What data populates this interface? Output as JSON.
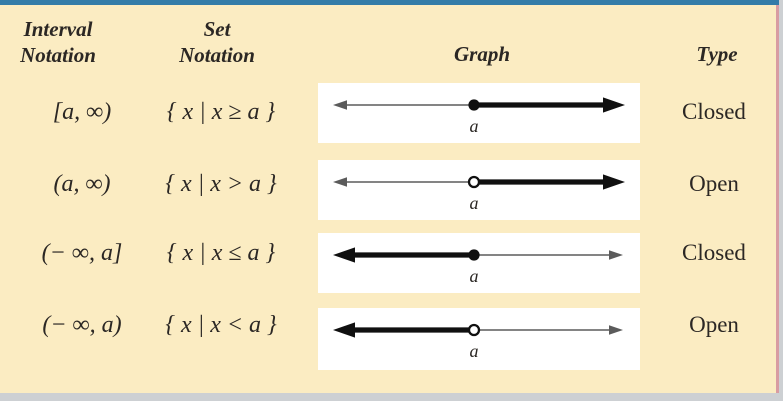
{
  "page": {
    "background_color": "#FBECC2",
    "top_border_color": "#337CA8",
    "shadow_color": "#CDD0D3",
    "right_edge_accent_color": "#D89CA2",
    "text_color": "#2B2724",
    "graph_background_color": "#FFFFFF",
    "thin_line_color": "#5B5B5B",
    "bold_line_color": "#101010"
  },
  "headers": {
    "col1_line1": "Interval",
    "col1_line2": "Notation",
    "col2_line1": "Set",
    "col2_line2": "Notation",
    "col3": "Graph",
    "col4": "Type"
  },
  "rows": [
    {
      "interval": "[a, ∞)",
      "set": "{ x | x ≥ a }",
      "type": "Closed",
      "ray": "right",
      "endpoint": "closed",
      "point_label": "a"
    },
    {
      "interval": "(a, ∞)",
      "set": "{ x | x > a }",
      "type": "Open",
      "ray": "right",
      "endpoint": "open",
      "point_label": "a"
    },
    {
      "interval": "(− ∞, a]",
      "set": "{ x | x ≤ a }",
      "type": "Closed",
      "ray": "left",
      "endpoint": "closed",
      "point_label": "a"
    },
    {
      "interval": "(− ∞, a)",
      "set": "{ x | x < a }",
      "type": "Open",
      "ray": "left",
      "endpoint": "open",
      "point_label": "a"
    }
  ]
}
